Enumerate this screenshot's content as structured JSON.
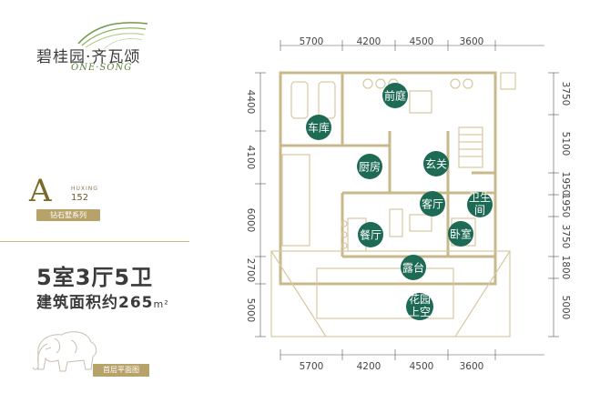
{
  "brand": {
    "name_cn": "碧桂园·齐瓦颂",
    "name_en": "ONE·SONG"
  },
  "unit_type": {
    "letter": "A",
    "label": "HUXING",
    "area_code": "152",
    "series": "钻石墅系列"
  },
  "summary": {
    "rooms": "5室3厅5卫",
    "area_prefix": "建筑面积约265",
    "area_unit": "m²"
  },
  "floor_label": "首层平面图",
  "dimensions": {
    "top": [
      "5700",
      "4200",
      "4500",
      "3600"
    ],
    "bottom": [
      "5700",
      "4200",
      "4500",
      "3600"
    ],
    "left": [
      "4400",
      "4100",
      "6000",
      "2700",
      "5000"
    ],
    "right": [
      "3750",
      "5100",
      "1950",
      "1950",
      "3750",
      "1800",
      "5000"
    ]
  },
  "rooms": [
    {
      "id": "garage",
      "label": "车库"
    },
    {
      "id": "front-yard",
      "label": "前庭"
    },
    {
      "id": "kitchen",
      "label": "厨房"
    },
    {
      "id": "foyer",
      "label": "玄关"
    },
    {
      "id": "living",
      "label": "客厅"
    },
    {
      "id": "bathroom",
      "label1": "卫生",
      "label2": "间"
    },
    {
      "id": "dining",
      "label": "餐厅"
    },
    {
      "id": "bedroom",
      "label": "卧室"
    },
    {
      "id": "terrace",
      "label": "露台"
    },
    {
      "id": "garden",
      "label1": "花园",
      "label2": "上空"
    }
  ],
  "colors": {
    "accent": "#1d6a55",
    "gold": "#b7a36a",
    "wall": "#c9b98a"
  }
}
